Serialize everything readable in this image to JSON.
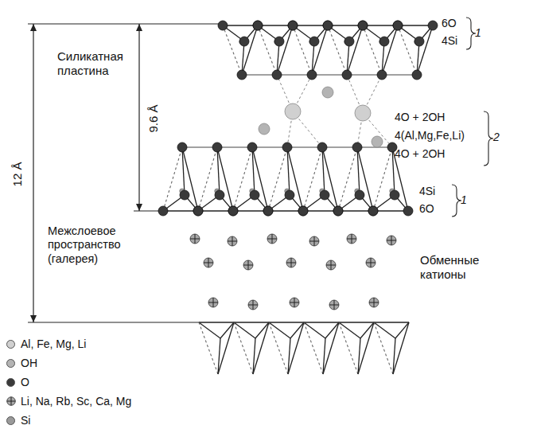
{
  "diagram": {
    "labels": [
      "12 Å",
      "9.6 Å",
      "Силикатная пластина",
      "Межслоевое пространство (галерея)",
      "6O",
      "4Si",
      "1",
      "4O + 2OH",
      "4(Al,Mg,Fe,Li)",
      "4O + 2OH",
      "2",
      "4Si",
      "6O",
      "1",
      "Обменные катионы"
    ],
    "legend": [
      {
        "text": "Al, Fe, Mg, Li",
        "color": "#d0d0d0"
      },
      {
        "text": "OH",
        "color": "#b4b4b4"
      },
      {
        "text": "O",
        "color": "#3a3a3a"
      },
      {
        "text": "Li, Na, Rb, Sc, Ca, Mg"
      },
      {
        "text": "Si",
        "color": "#9a9a9a"
      }
    ]
  }
}
